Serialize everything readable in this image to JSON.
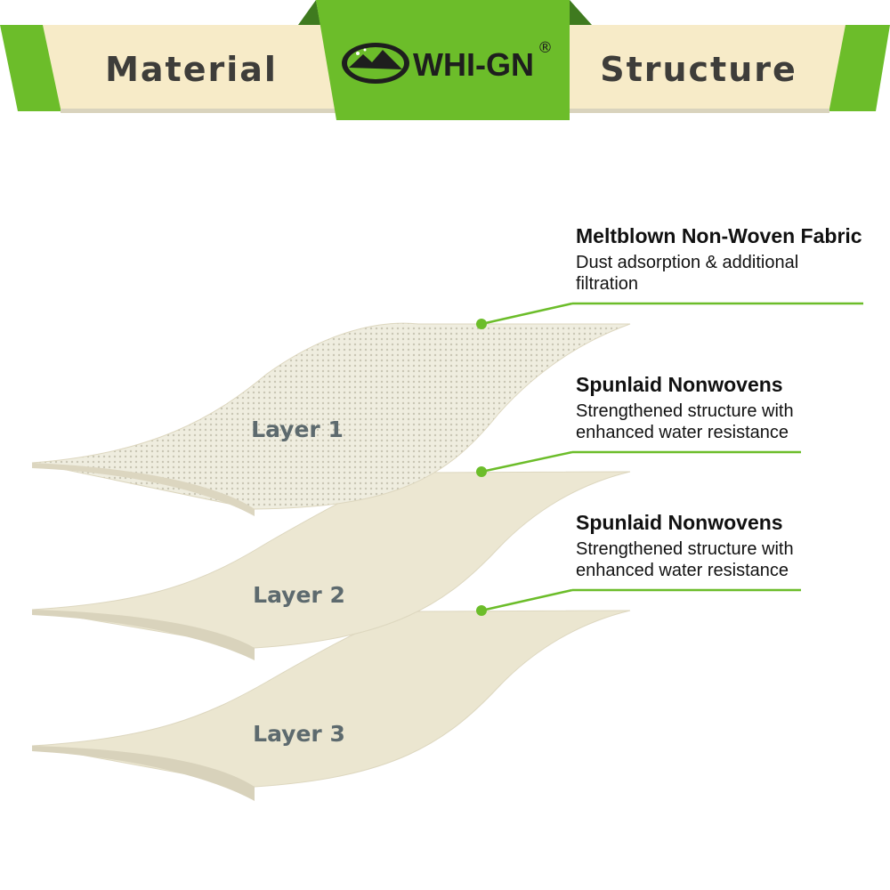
{
  "banner": {
    "left_word": "Material",
    "right_word": "Structure",
    "brand": {
      "name": "WHI-GN",
      "registered_mark": "®"
    }
  },
  "colors": {
    "accent_green": "#6cbd2a",
    "banner_cream": "#f7ebc8",
    "layer_fill": "#ece7d2",
    "label_gray": "#5d6a6e"
  },
  "layers": [
    {
      "label": "Layer 1",
      "title": "Meltblown Non-Woven Fabric",
      "description": "Dust adsorption & additional filtration"
    },
    {
      "label": "Layer 2",
      "title": "Spunlaid Nonwovens",
      "description": "Strengthened structure with enhanced water resistance"
    },
    {
      "label": "Layer 3",
      "title": "Spunlaid Nonwovens",
      "description": "Strengthened structure with enhanced water resistance"
    }
  ]
}
